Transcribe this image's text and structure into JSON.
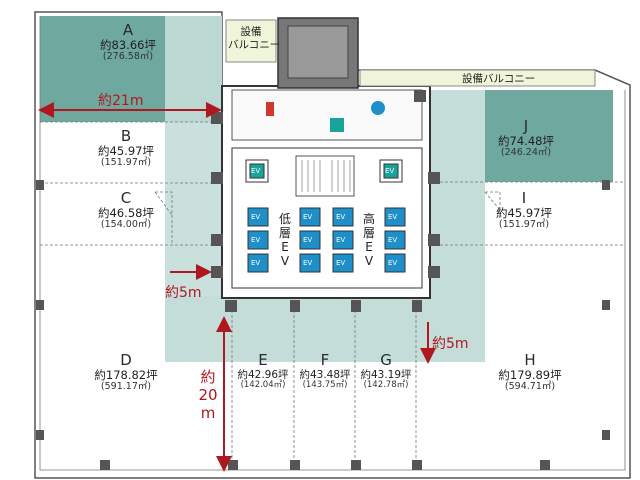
{
  "units": [
    {
      "id": "A",
      "letter": "A",
      "area": "約83.66坪",
      "sqm": "(276.58㎡)"
    },
    {
      "id": "B",
      "letter": "B",
      "area": "約45.97坪",
      "sqm": "(151.97㎡)"
    },
    {
      "id": "C",
      "letter": "C",
      "area": "約46.58坪",
      "sqm": "(154.00㎡)"
    },
    {
      "id": "D",
      "letter": "D",
      "area": "約178.82坪",
      "sqm": "(591.17㎡)"
    },
    {
      "id": "E",
      "letter": "E",
      "area": "約42.96坪",
      "sqm": "(142.04㎡)"
    },
    {
      "id": "F",
      "letter": "F",
      "area": "約43.48坪",
      "sqm": "(143.75㎡)"
    },
    {
      "id": "G",
      "letter": "G",
      "area": "約43.19坪",
      "sqm": "(142.78㎡)"
    },
    {
      "id": "H",
      "letter": "H",
      "area": "約179.89坪",
      "sqm": "(594.71㎡)"
    },
    {
      "id": "I",
      "letter": "I",
      "area": "約45.97坪",
      "sqm": "(151.97㎡)"
    },
    {
      "id": "J",
      "letter": "J",
      "area": "約74.48坪",
      "sqm": "(246.24㎡)"
    }
  ],
  "balconies": {
    "top": "設備\nバルコニー",
    "right": "設備バルコニー"
  },
  "dimensions": {
    "d21": "約21m",
    "d5_left": "約5m",
    "d5_right": "約5m",
    "d20": "約\n20\nm"
  },
  "elevators": {
    "ev_label": "EV",
    "low_label": "低\n層\nE\nV",
    "high_label": "高\n層\nE\nV"
  },
  "colors": {
    "dark_teal": "#6fa89e",
    "light_teal": "#c4ddd8",
    "accent_red": "#b01820",
    "ev_blue": "#1e8fc8",
    "ev_teal": "#1aa39a"
  },
  "icons": [
    "toilet-icon",
    "wheelchair-icon",
    "restroom-icon",
    "stairs-icon"
  ]
}
